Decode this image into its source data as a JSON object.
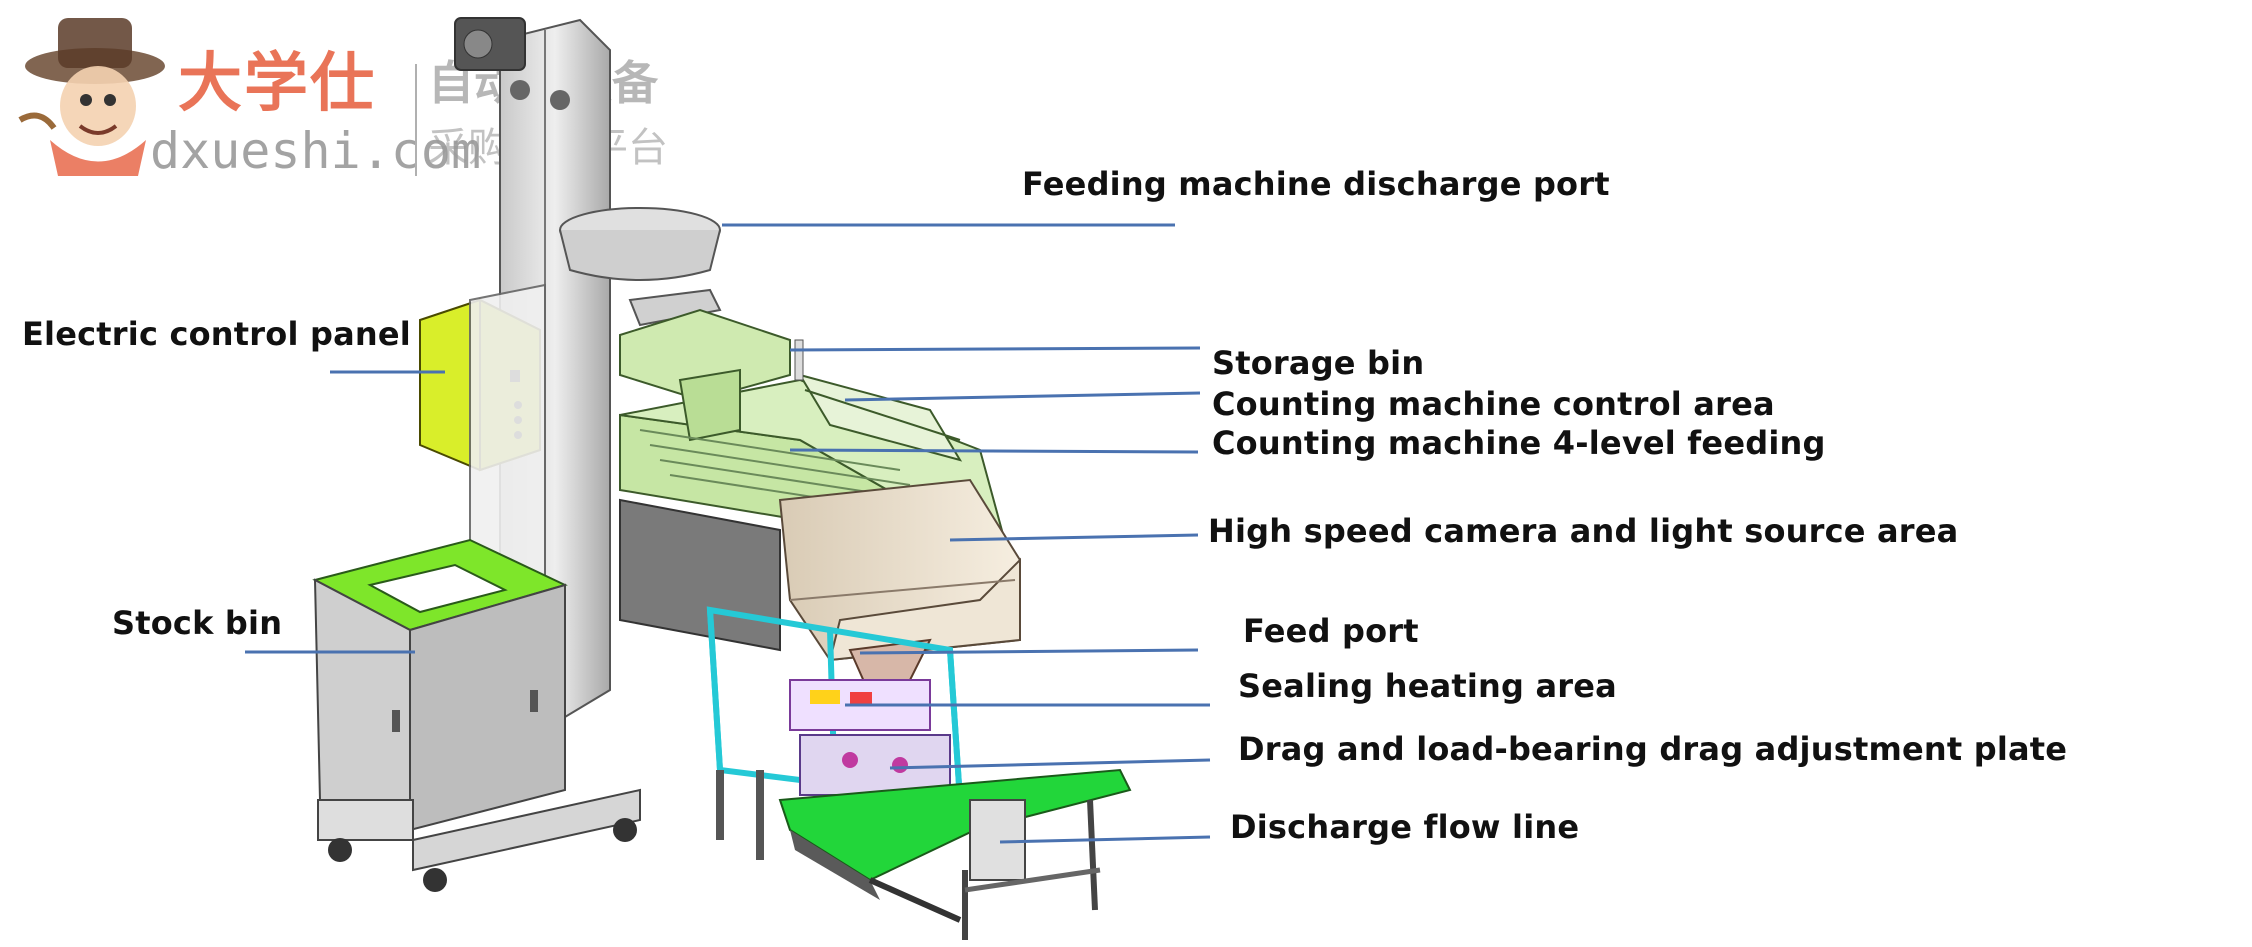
{
  "logo": {
    "brand_cn": "大学仕",
    "domain": "dxueshi.com",
    "tagline_1": "自动化设备",
    "tagline_2": "采购服务平台"
  },
  "labels": {
    "feeding_discharge_port": "Feeding machine discharge port",
    "electric_control_panel": "Electric control panel",
    "storage_bin": "Storage bin",
    "counting_control_area": "Counting machine control area",
    "counting_4_level_feeding": "Counting machine 4-level feeding",
    "camera_light_area": "High speed camera and light source area",
    "stock_bin": "Stock bin",
    "feed_port": "Feed port",
    "sealing_heating_area": "Sealing heating area",
    "drag_adjustment_plate": "Drag and load-bearing drag adjustment plate",
    "discharge_flow_line": "Discharge flow line"
  },
  "colors": {
    "leader_line": "#4a72b0",
    "panel_yellow": "#cfe81a",
    "stock_bin_green": "#7ee62a",
    "counting_body_green": "#c6e6a4",
    "camera_housing": "#ece3d3",
    "frame_cyan": "#25c9d6",
    "conveyor_green": "#22d63a",
    "logo_red": "#e8694a"
  }
}
